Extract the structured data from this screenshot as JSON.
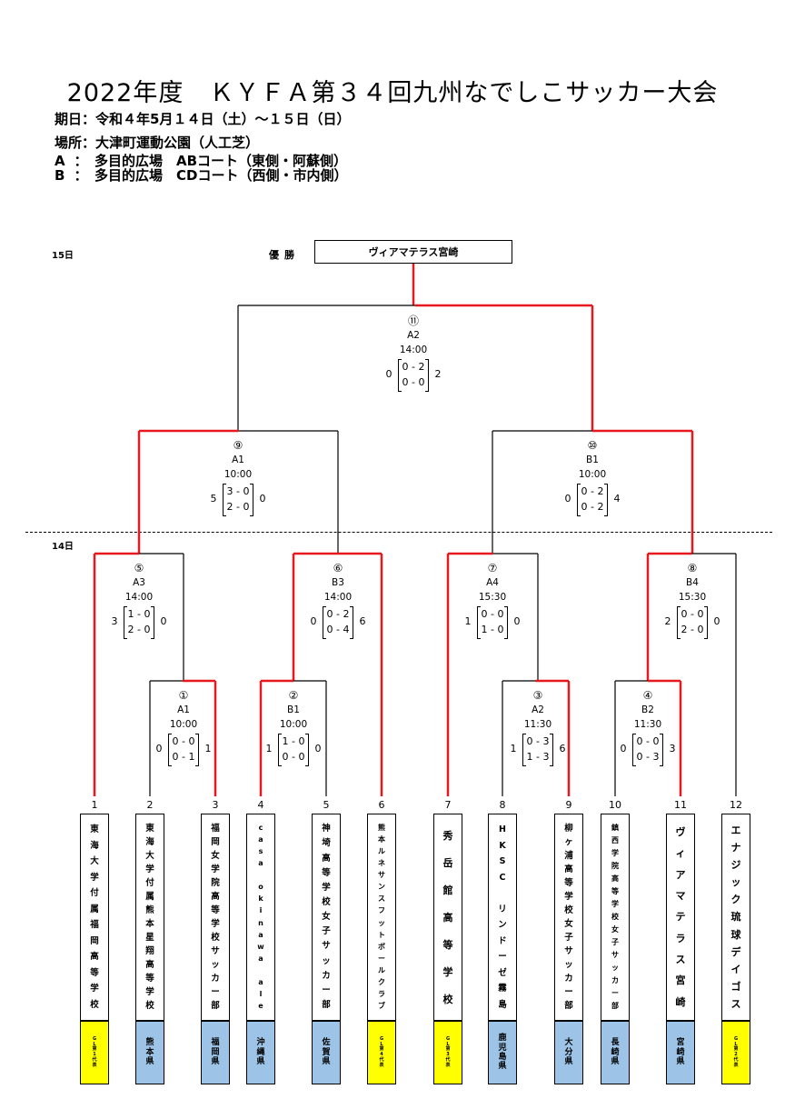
{
  "header": {
    "title": "2022年度　ＫＹＦＡ第３４回九州なでしこサッカー大会",
    "date_line": "期日：令和４年5月１４日（土）～１５日（日）",
    "place_line": "場所：大津町運動公園（人工芝）",
    "venues": [
      {
        "letter": "A",
        "colon": "：",
        "text": "多目的広場　ABコート（東側・阿蘇側）"
      },
      {
        "letter": "B",
        "colon": "：",
        "text": "多目的広場　CDコート（西側・市内側）"
      }
    ]
  },
  "day15": "15日",
  "day14": "14日",
  "champion": {
    "label": "優勝",
    "team": "ヴィアマテラス宮崎"
  },
  "colors": {
    "winner": "#e8191e",
    "line": "#000000",
    "gl": "#ffff00",
    "pref": "#9dc3e6"
  },
  "matches": [
    {
      "num": "⑪",
      "court": "A2",
      "time": "14:00",
      "left_total": "0",
      "right_total": "2",
      "h1": [
        "0",
        "-",
        "2"
      ],
      "h2": [
        "0",
        "-",
        "0"
      ]
    },
    {
      "num": "⑨",
      "court": "A1",
      "time": "10:00",
      "left_total": "5",
      "right_total": "0",
      "h1": [
        "3",
        "-",
        "0"
      ],
      "h2": [
        "2",
        "-",
        "0"
      ]
    },
    {
      "num": "⑩",
      "court": "B1",
      "time": "10:00",
      "left_total": "0",
      "right_total": "4",
      "h1": [
        "0",
        "-",
        "2"
      ],
      "h2": [
        "0",
        "-",
        "2"
      ]
    },
    {
      "num": "⑤",
      "court": "A3",
      "time": "14:00",
      "left_total": "3",
      "right_total": "0",
      "h1": [
        "1",
        "-",
        "0"
      ],
      "h2": [
        "2",
        "-",
        "0"
      ]
    },
    {
      "num": "⑥",
      "court": "B3",
      "time": "14:00",
      "left_total": "0",
      "right_total": "6",
      "h1": [
        "0",
        "-",
        "2"
      ],
      "h2": [
        "0",
        "-",
        "4"
      ]
    },
    {
      "num": "⑦",
      "court": "A4",
      "time": "15:30",
      "left_total": "1",
      "right_total": "0",
      "h1": [
        "0",
        "-",
        "0"
      ],
      "h2": [
        "1",
        "-",
        "0"
      ]
    },
    {
      "num": "⑧",
      "court": "B4",
      "time": "15:30",
      "left_total": "2",
      "right_total": "0",
      "h1": [
        "0",
        "-",
        "0"
      ],
      "h2": [
        "2",
        "-",
        "0"
      ]
    },
    {
      "num": "①",
      "court": "A1",
      "time": "10:00",
      "left_total": "0",
      "right_total": "1",
      "h1": [
        "0",
        "-",
        "0"
      ],
      "h2": [
        "0",
        "-",
        "1"
      ]
    },
    {
      "num": "②",
      "court": "B1",
      "time": "10:00",
      "left_total": "1",
      "right_total": "0",
      "h1": [
        "1",
        "-",
        "0"
      ],
      "h2": [
        "0",
        "-",
        "0"
      ]
    },
    {
      "num": "③",
      "court": "A2",
      "time": "11:30",
      "left_total": "1",
      "right_total": "6",
      "h1": [
        "0",
        "-",
        "3"
      ],
      "h2": [
        "1",
        "-",
        "3"
      ]
    },
    {
      "num": "④",
      "court": "B2",
      "time": "11:30",
      "left_total": "0",
      "right_total": "3",
      "h1": [
        "0",
        "-",
        "0"
      ],
      "h2": [
        "0",
        "-",
        "3"
      ]
    }
  ],
  "teams": [
    {
      "num": "1",
      "name": "東海大学付属福岡高等学校",
      "pref": "GL第1代表",
      "pref_type": "gl"
    },
    {
      "num": "2",
      "name": "東海大学付属熊本星翔高等学校",
      "pref": "熊本県",
      "pref_type": "pref"
    },
    {
      "num": "3",
      "name": "福岡女学院高等学校サッカー部",
      "pref": "福岡県",
      "pref_type": "pref"
    },
    {
      "num": "4",
      "name": "casa okinawa ale",
      "pref": "沖縄県",
      "pref_type": "pref"
    },
    {
      "num": "5",
      "name": "神埼高等学校女子サッカー部",
      "pref": "佐賀県",
      "pref_type": "pref"
    },
    {
      "num": "6",
      "name": "熊本ルネサンスフットボールクラブ",
      "pref": "GL第4代表",
      "pref_type": "gl"
    },
    {
      "num": "7",
      "name": "秀岳館高等学校",
      "pref": "GL第3代表",
      "pref_type": "gl"
    },
    {
      "num": "8",
      "name": "HKSC リンドーゼ霧島",
      "pref": "鹿児島県",
      "pref_type": "pref"
    },
    {
      "num": "9",
      "name": "柳ヶ浦高等学校女子サッカー部",
      "pref": "大分県",
      "pref_type": "pref"
    },
    {
      "num": "10",
      "name": "鎮西学院高等学校女子サッカー部",
      "pref": "長崎県",
      "pref_type": "pref"
    },
    {
      "num": "11",
      "name": "ヴィアマテラス宮崎",
      "pref": "宮崎県",
      "pref_type": "pref"
    },
    {
      "num": "12",
      "name": "エナジック琉球デイゴス",
      "pref": "GL第2代表",
      "pref_type": "gl"
    }
  ]
}
